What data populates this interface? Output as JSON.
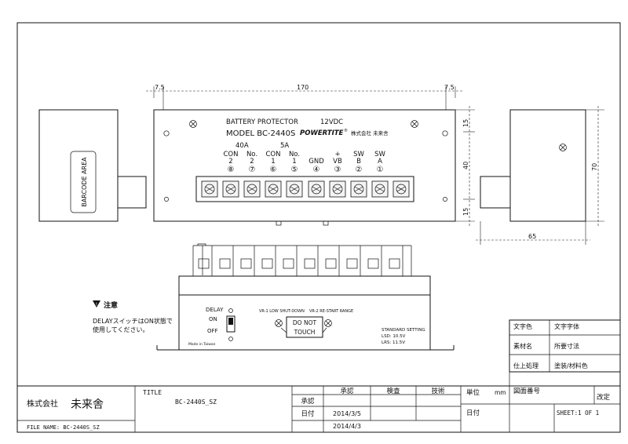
{
  "dimensions": {
    "left_margin": "7.5",
    "width": "170",
    "right_margin": "7.5",
    "top_offset": "15",
    "center_height": "40",
    "bottom_offset": "15",
    "side_height": "70",
    "side_depth": "65"
  },
  "front_panel": {
    "title": "BATTERY PROTECTOR",
    "voltage": "12VDC",
    "model": "MODEL BC-2440S",
    "brand": "POWERTITE",
    "brand_mark": "®",
    "company": "株式会社 未来舎",
    "rating_40a": "40A",
    "rating_5a": "5A"
  },
  "terminals": [
    {
      "line1": "CON",
      "line2": "2",
      "num": "⑧"
    },
    {
      "line1": "No.",
      "line2": "2",
      "num": "⑦"
    },
    {
      "line1": "CON",
      "line2": "1",
      "num": "⑥"
    },
    {
      "line1": "No.",
      "line2": "1",
      "num": "⑤"
    },
    {
      "line1": "",
      "line2": "GND",
      "num": "④"
    },
    {
      "line1": "+",
      "line2": "VB",
      "num": "③"
    },
    {
      "line1": "SW",
      "line2": "B",
      "num": "②"
    },
    {
      "line1": "SW",
      "line2": "A",
      "num": "①"
    }
  ],
  "side_view": {
    "barcode_label": "BARCODE AREA"
  },
  "bottom_view": {
    "delay_label": "DELAY",
    "on_label": "ON",
    "off_label": "OFF",
    "made_in": "Made in Taiwan",
    "vr1_label": "VR-1 LOW SHUT-DOWN",
    "vr2_label": "VR-2 RE-START RANGE",
    "do_not": "DO NOT",
    "touch": "TOUCH",
    "standard_setting": "STANDARD SETTING",
    "lsd": "LSD: 10.5V",
    "lrs": "LRS: 11.5V"
  },
  "caution": {
    "title": "注意",
    "line1": "DELAYスイッチはON状態で",
    "line2": "使用してください。"
  },
  "spec_table": {
    "rows": [
      {
        "label": "文字色",
        "value": "文字字体"
      },
      {
        "label": "素材名",
        "value": "所要寸法"
      },
      {
        "label": "仕上処理",
        "value": "塗装/材料色"
      }
    ]
  },
  "title_block": {
    "company_prefix": "株式会社",
    "company_name": "未来舎",
    "title_label": "TITLE",
    "title_value": "BC-2440S_SZ",
    "file_name": "FILE NAME: BC-2440S_SZ",
    "approve": "承認",
    "inspect": "検査",
    "tech": "技術",
    "approve_row": "承認",
    "date_label": "日付",
    "date1": "2014/3/5",
    "date2": "2014/4/3",
    "unit_label": "単位",
    "unit_value": "mm",
    "drawing_no_label": "図面番号",
    "revision": "改定",
    "date_label2": "日付",
    "sheet": "SHEET:1 OF 1"
  }
}
